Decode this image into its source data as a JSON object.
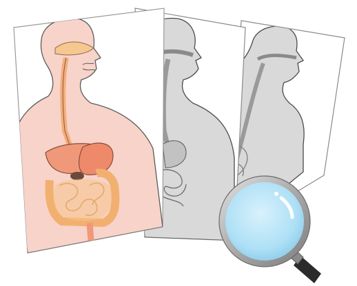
{
  "illustration": {
    "panels": [
      {
        "id": "front",
        "style": "colored"
      },
      {
        "id": "middle",
        "style": "grayscale"
      },
      {
        "id": "back",
        "style": "grayscale"
      }
    ],
    "tool": "magnifying-glass"
  },
  "colors": {
    "background": "#ffffff",
    "skin": "#f7d3c9",
    "esophagus": "#f4ae7b",
    "stomach_liver": "#f0997a",
    "intestines": "#f7c48a",
    "outline": "#4a4a4a",
    "gray_body": "#d9d9d9",
    "gray_organs": "#c2c2c2",
    "lens": "#aee0f6",
    "rim": "#b8b8b8",
    "handle": "#2b2b2b"
  }
}
